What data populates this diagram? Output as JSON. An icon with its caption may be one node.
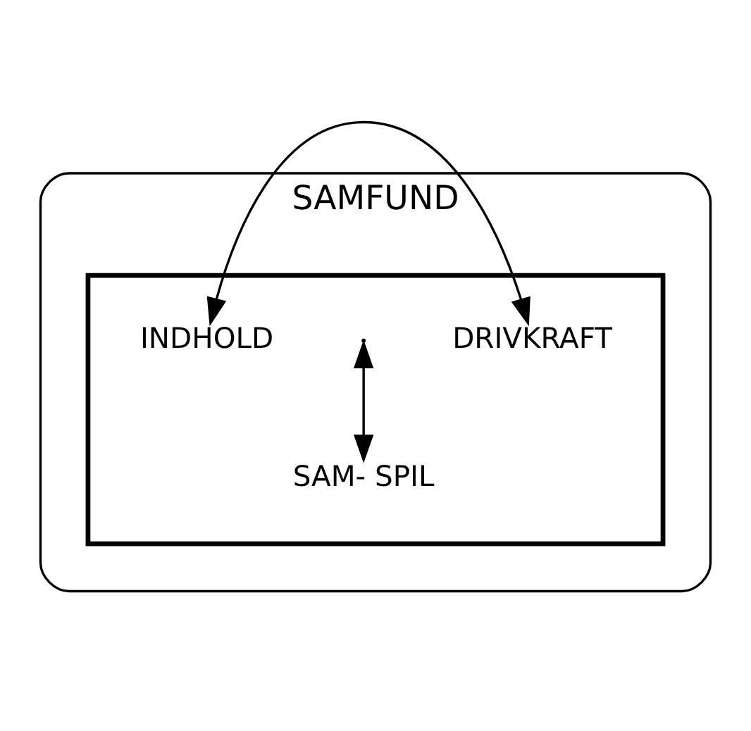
{
  "diagram": {
    "nodes": [
      {
        "text": [
          "SAMFUND"
        ]
      },
      {
        "text": [],
        "shape": "triangle",
        "in": 0
      },
      {
        "text": [
          "INDHOLD"
        ],
        "in": 1
      },
      {
        "text": [
          "DRIVKRAFT"
        ],
        "in": 1
      },
      {
        "text": [
          "SAM- SPIL"
        ],
        "in": 1
      }
    ],
    "edges": [
      {
        "from": 2,
        "to": 3,
        "arrow": "both"
      },
      {
        "from": null,
        "to": 4,
        "arrow": "both"
      }
    ]
  }
}
